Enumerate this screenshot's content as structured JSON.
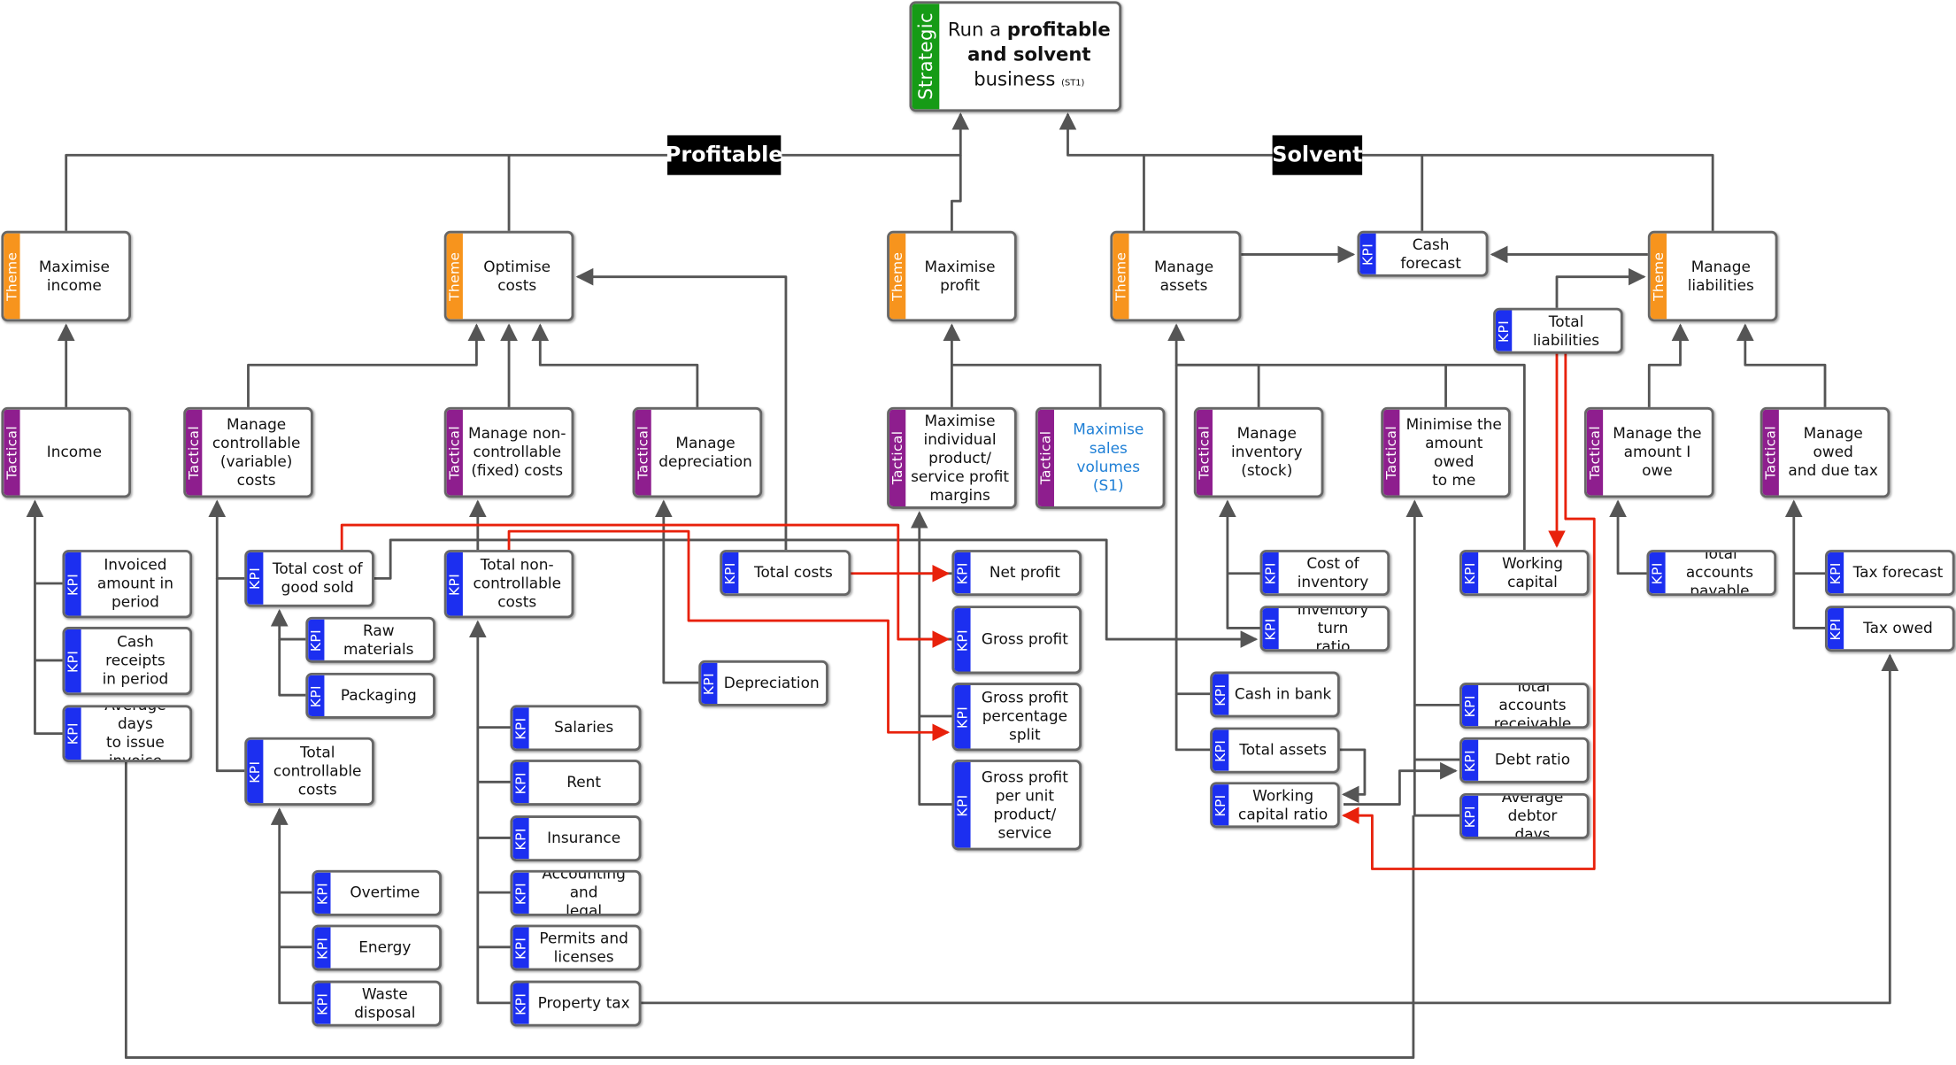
{
  "strategic": {
    "tag": "Strategic",
    "line1_pre": "Run a ",
    "line1_bold": "profitable",
    "line2": "and solvent",
    "line3": "business",
    "code": "(ST1)"
  },
  "bands": {
    "profitable": "Profitable",
    "solvent": "Solvent"
  },
  "tags": {
    "theme": "Theme",
    "tactical": "Tactical",
    "kpi": "KPI"
  },
  "themes": {
    "maximise_income": "Maximise\nincome",
    "optimise_costs": "Optimise costs",
    "maximise_profit": "Maximise\nprofit",
    "manage_assets": "Manage assets",
    "manage_liabilities": "Manage\nliabilities"
  },
  "tacticals": {
    "income": "Income",
    "variable_costs": "Manage\ncontrollable\n(variable) costs",
    "fixed_costs": "Manage non-\ncontrollable\n(fixed) costs",
    "depreciation": "Manage\ndepreciation",
    "margins": "Maximise\nindividual\nproduct/\nservice profit\nmargins",
    "sales_volumes": "Maximise sales\nvolumes (S1)",
    "inventory": "Manage\ninventory\n(stock)",
    "amount_owed": "Minimise the\namount owed\nto me",
    "amount_i_owe": "Manage the\namount I owe",
    "owed_tax": "Manage owed\nand due tax"
  },
  "kpis": {
    "cash_forecast": "Cash forecast",
    "total_liabilities": "Total liabilities",
    "invoiced_amount": "Invoiced\namount in\nperiod",
    "cash_receipts": "Cash receipts\nin period",
    "avg_days_invoice": "Average days\nto issue invoice",
    "total_cogs": "Total cost of\ngood sold",
    "raw_materials": "Raw materials",
    "packaging": "Packaging",
    "total_controllable": "Total\ncontrollable\ncosts",
    "overtime": "Overtime",
    "energy": "Energy",
    "waste_disposal": "Waste disposal",
    "total_noncontrollable": "Total non-\ncontrollable\ncosts",
    "salaries": "Salaries",
    "rent": "Rent",
    "insurance": "Insurance",
    "accounting_legal": "Accounting and\nlegal",
    "permits": "Permits and\nlicenses",
    "property_tax": "Property tax",
    "total_costs": "Total costs",
    "depreciation": "Depreciation",
    "net_profit": "Net profit",
    "gross_profit": "Gross profit",
    "gp_split": "Gross profit\npercentage\nsplit",
    "gp_per_unit": "Gross profit\nper unit\nproduct/\nservice",
    "cost_inventory": "Cost of\ninventory",
    "inventory_turn": "Inventory turn\nratio",
    "cash_in_bank": "Cash in bank",
    "total_assets": "Total assets",
    "wc_ratio": "Working\ncapital ratio",
    "working_capital": "Working\ncapital",
    "total_ar": "Total accounts\nreceivable",
    "debt_ratio": "Debt ratio",
    "avg_debtor_days": "Average debtor\ndays",
    "total_ap": "Total accounts\npayable",
    "tax_forecast": "Tax forecast",
    "tax_owed": "Tax owed"
  },
  "colors": {
    "theme": "#f7941d",
    "tactical": "#8e1e8e",
    "kpi": "#1c2ff0",
    "strategic": "#169b16",
    "connector": "#555555",
    "highlight_connector": "#e8210b",
    "link_text": "#1e7fd6"
  }
}
